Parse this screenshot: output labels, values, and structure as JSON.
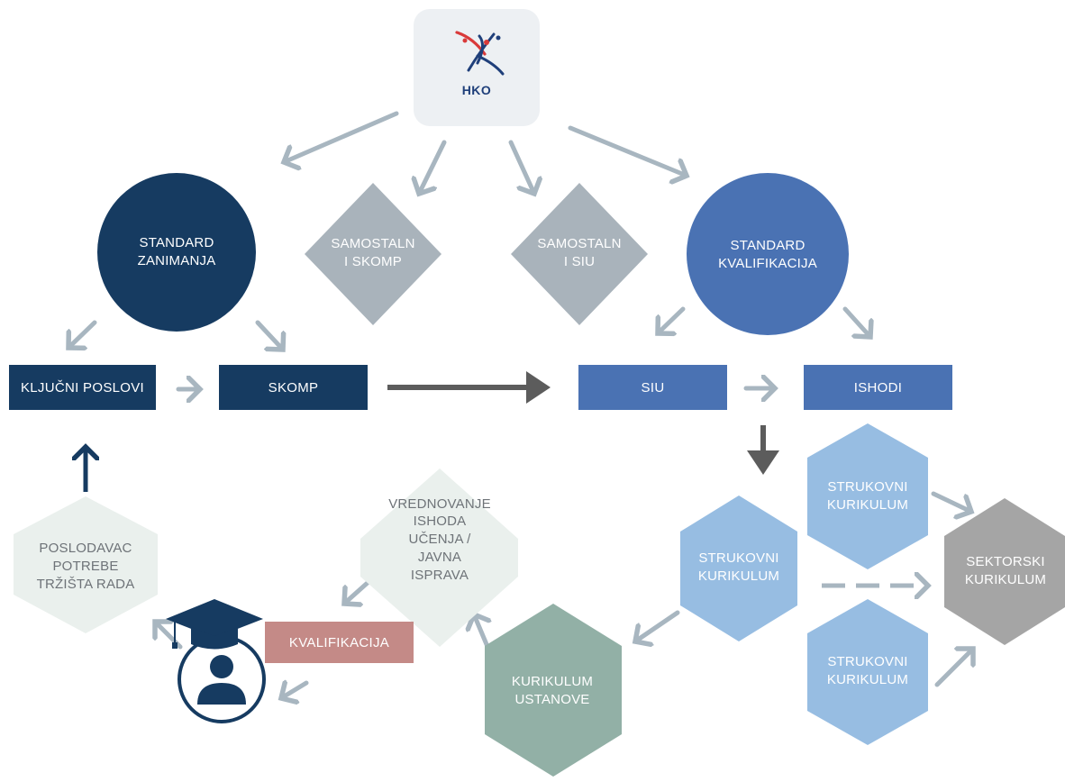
{
  "logo": {
    "text": "HKO"
  },
  "nodes": {
    "standard_zanimanja": [
      "STANDARD",
      "ZANIMANJA"
    ],
    "samostalni_skomp": [
      "SAMOSTALN",
      "I SKOMP"
    ],
    "samostalni_siu": [
      "SAMOSTALN",
      "I SIU"
    ],
    "standard_kvalifikacija": [
      "STANDARD",
      "KVALIFIKACIJA"
    ],
    "kljucni_poslovi": "KLJUČNI POSLOVI",
    "skomp": "SKOMP",
    "siu": "SIU",
    "ishodi": "ISHODI",
    "strukovni_top": [
      "STRUKOVNI",
      "KURIKULUM"
    ],
    "strukovni_mid": [
      "STRUKOVNI",
      "KURIKULUM"
    ],
    "strukovni_bottom": [
      "STRUKOVNI",
      "KURIKULUM"
    ],
    "sektorski": [
      "SEKTORSKI",
      "KURIKULUM"
    ],
    "kurikulum_ustanove": [
      "KURIKULUM",
      "USTANOVE"
    ],
    "vrednovanje": [
      "VREDNOVANJE",
      "ISHODA",
      "UČENJA /",
      "JAVNA",
      "ISPRAVA"
    ],
    "poslodavac": [
      "POSLODAVAC",
      "POTREBE",
      "TRŽIŠTA RADA"
    ],
    "kvalifikacija": "KVALIFIKACIJA"
  },
  "colors": {
    "navy": "#163b61",
    "blue": "#4a72b3",
    "grey_diamond": "#a9b3bb",
    "light_blue_hex": "#97bde2",
    "sage_hex": "#92b0a6",
    "grey_hex": "#a5a5a5",
    "pale_hex": "#eaf0ed",
    "rose": "#c48a87",
    "arrow_light": "#a8b6c0",
    "arrow_dark": "#5c5c5c"
  },
  "icons": [
    "hko-logo-icon",
    "graduate-person-icon",
    "graduation-cap-icon"
  ]
}
